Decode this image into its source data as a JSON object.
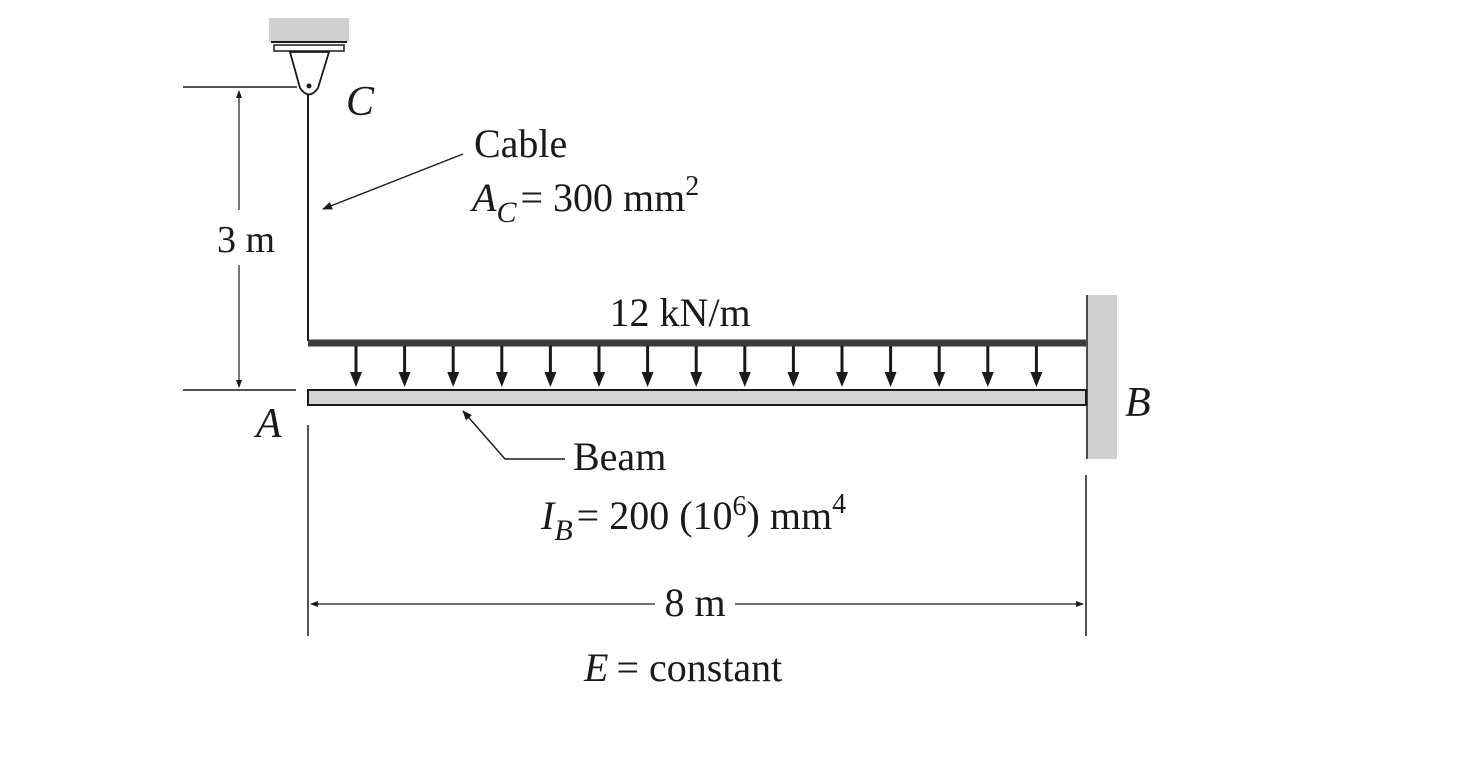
{
  "labels": {
    "point_c": "C",
    "point_a": "A",
    "point_b": "B",
    "cable_title": "Cable",
    "cable_area_sym": "A",
    "cable_area_sub": "C",
    "cable_area_rest": "= 300 mm",
    "cable_area_sup": "2",
    "height_dim": "3 m",
    "load": "12 kN/m",
    "beam_title": "Beam",
    "beam_inertia_sym": "I",
    "beam_inertia_sub": "B",
    "beam_inertia_rest": "= 200 (10",
    "beam_inertia_exp": "6",
    "beam_inertia_tail": ") mm",
    "beam_inertia_sup": "4",
    "span_dim": "8 m",
    "modulus_sym": "E",
    "modulus_rest": "= constant"
  },
  "colors": {
    "line": "#1a1a1a",
    "support_fill": "#d0d0d0",
    "beam_fill": "#d4d4d4"
  }
}
